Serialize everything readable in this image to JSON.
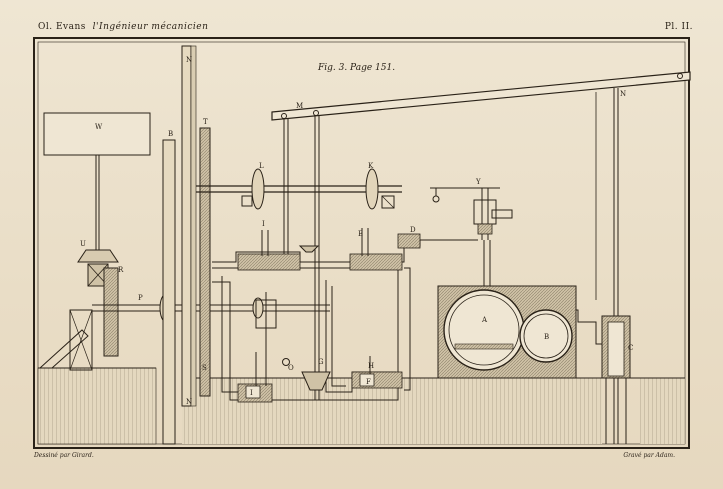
{
  "header": {
    "left_text": "Ol. Evans",
    "left_italic": "l'Ingénieur mécanicien",
    "right_text": "Pl. II."
  },
  "figure": {
    "caption": "Fig. 3. Page 151."
  },
  "footer": {
    "left": "Dessiné par Girard.",
    "right": "Gravé par Adam."
  },
  "part_labels": {
    "W": "W",
    "B": "B",
    "T": "T",
    "N": "N",
    "M": "M",
    "L": "L",
    "K": "K",
    "Y": "Y",
    "U": "U",
    "P": "P",
    "S": "S",
    "R": "R",
    "I": "I",
    "E": "E",
    "D": "D",
    "A": "A",
    "O": "O",
    "G": "G",
    "H": "H",
    "C": "C",
    "F": "F"
  },
  "colors": {
    "paper": "#ede3cf",
    "ink": "#2a2218",
    "hatch": "#9d917b"
  }
}
